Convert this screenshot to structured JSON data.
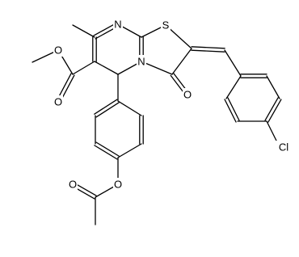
{
  "molecule": {
    "atom_labels": {
      "n_top": "N",
      "s_ring": "S",
      "n_ring": "N",
      "o_carbonyl": "O",
      "cl": "Cl",
      "o_ester_single": "O",
      "o_ester_double": "O",
      "o_phenoxy": "O",
      "o_acetyl": "O"
    }
  },
  "colors": {
    "bond": "#000000",
    "label": "#000000",
    "background": "#ffffff"
  }
}
